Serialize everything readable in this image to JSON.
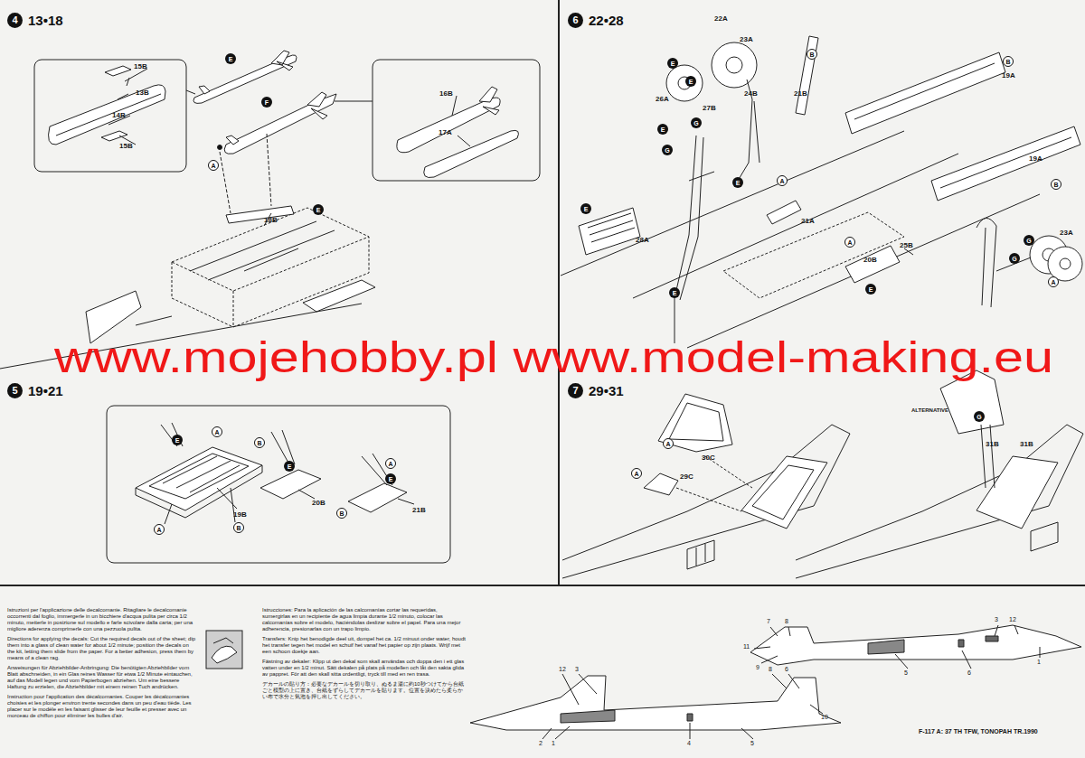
{
  "diagram": {
    "nodes": [
      {
        "text": [
          "4",
          "13•18"
        ]
      },
      {
        "text": [
          "5",
          "19•21"
        ]
      },
      {
        "text": [
          "6",
          "22•28"
        ]
      },
      {
        "text": [
          "7",
          "29•31"
        ]
      },
      {
        "text": [
          "E"
        ]
      },
      {
        "text": [
          "F"
        ]
      },
      {
        "text": [
          "A"
        ]
      },
      {
        "text": [
          "E"
        ]
      },
      {
        "text": [
          "E"
        ]
      },
      {
        "text": [
          "A"
        ]
      },
      {
        "text": [
          "B"
        ]
      },
      {
        "text": [
          "E"
        ]
      },
      {
        "text": [
          "A"
        ]
      },
      {
        "text": [
          "E"
        ]
      },
      {
        "text": [
          "A"
        ]
      },
      {
        "text": [
          "B"
        ]
      },
      {
        "text": [
          "B"
        ]
      },
      {
        "text": [
          "E"
        ]
      },
      {
        "text": [
          "E"
        ]
      },
      {
        "text": [
          "B"
        ]
      },
      {
        "text": [
          "B"
        ]
      },
      {
        "text": [
          "G"
        ]
      },
      {
        "text": [
          "E"
        ]
      },
      {
        "text": [
          "G"
        ]
      },
      {
        "text": [
          "E"
        ]
      },
      {
        "text": [
          "A"
        ]
      },
      {
        "text": [
          "E"
        ]
      },
      {
        "text": [
          "B"
        ]
      },
      {
        "text": [
          "E"
        ]
      },
      {
        "text": [
          "A"
        ]
      },
      {
        "text": [
          "E"
        ]
      },
      {
        "text": [
          "G"
        ]
      },
      {
        "text": [
          "G"
        ]
      },
      {
        "text": [
          "A"
        ]
      },
      {
        "text": [
          "A"
        ]
      },
      {
        "text": [
          "A"
        ]
      },
      {
        "text": [
          "G"
        ]
      }
    ],
    "labels": [
      "15B",
      "13B",
      "14B",
      "15B",
      "16B",
      "17A",
      "18B",
      "19B",
      "20B",
      "21B",
      "22A",
      "23A",
      "24B",
      "21B",
      "19A",
      "19A",
      "26A",
      "27B",
      "28A",
      "21A",
      "20B",
      "25B",
      "23A",
      "30C",
      "29C",
      "ALTERNATIVE",
      "31B",
      "31B",
      "www.mojehobby.pl www.model-making.eu",
      "Istruzioni per l'applicazione delle decalcomanie. Ritagliare le decalcomanie occorrenti dal foglio, immergerle in un bicchiere d'acqua pulita per circa 1/2 minuto, metterle in posizione sul modello e farle scivolare dalla carta; per una migliore aderenza comprimerle con una pezzuola pulita.",
      "Directions for applying the decals: Cut the required decals out of the sheet; dip them into a glass of clean water for about 1/2 minute; position the decals on the kit, letting them slide from the paper. For a better adhesion, press them by means of a clean rag.",
      "Anweisungen für Abziehbilder-Anbringung: Die benötigten Abziehbilder vom Blatt abschneiden, in ein Glas reines Wasser für etwa 1/2 Minute eintauchen, auf das Modell legen und vom Papierbogen abziehen. Um eine bessere Haftung zu erzielen, die Abziehbilder mit einem reinen Tuch andrücken.",
      "Instruction pour l'application des décalcomanies. Couper les décalcomanies choisies et les plonger environ trente secondes dans un peu d'eau tiède. Les placer sur le modèle en les faisant glisser de leur feuille et presser avec un morceau de chiffon pour éliminer les bulles d'air.",
      "Istrucciones: Para la aplicación de las calcomanías cortar las requeridas, sumergirlas en un recipiente de agua limpia durante 1/2 minuto, colocar las calcomanías sobre el modelo, haciéndolas deslizar sobre el papel. Para una mejor adherencia, presionarlas con un trapo limpio.",
      "Transfers: Knip het benodigde deel uit, dompel het ca. 1/2 minuut onder water, houdt het transfer tegen het model en schuif het vanaf het papier op zijn plaats. Wrijf met een schoon doekje aan.",
      "Fästning av dekaler: Klipp ut den dekal som skall användas och doppa den i ett glas vatten under en 1/2 minut. Sätt dekalen på plats på modellen och låt den sakta glida av pappret. För att den skall sitta ordentligt, tryck till med en ren trasa.",
      "デカールの貼り方：必要なデカールを切り取り、ぬるま湯に約10秒つけてから台紙ごと模型の上に置き、台紙をずらしてデカールを貼ります。位置を決めたら柔らかい布で水分と気泡を押し出してください。",
      "F-117 A: 37 TH TFW, TONOPAH TR.1990",
      "7",
      "8",
      "11",
      "9",
      "3",
      "12",
      "1",
      "5",
      "6",
      "12",
      "3",
      "8",
      "6",
      "10",
      "2",
      "1",
      "4",
      "5"
    ]
  }
}
